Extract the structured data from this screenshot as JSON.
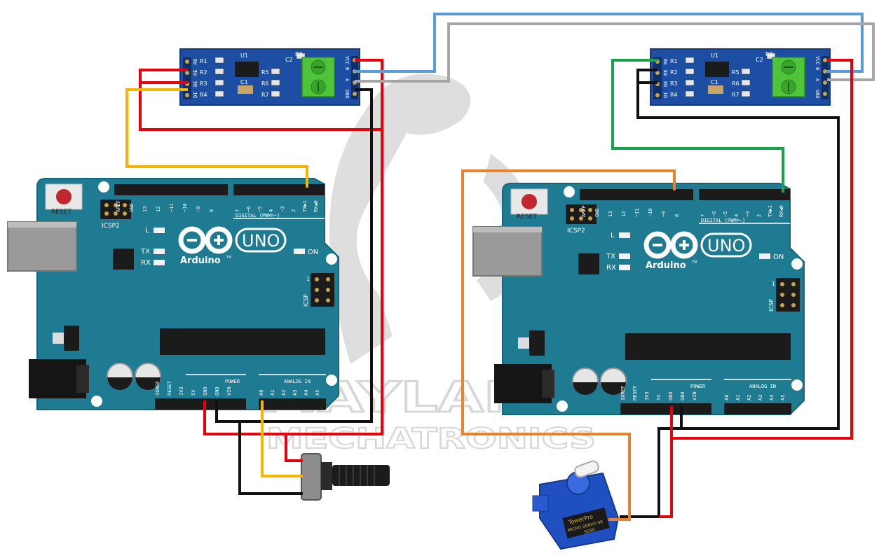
{
  "watermark": {
    "brand_line1": "MAYLAND",
    "brand_line2": "MECHATRONICS"
  },
  "rs485_module": {
    "chip_label": "U1",
    "resistor_labels": [
      "R1",
      "R2",
      "R3",
      "R4",
      "R5",
      "R6",
      "R7",
      "R8"
    ],
    "cap_labels": [
      "C1",
      "C2"
    ],
    "left_pins": [
      "RO",
      "RE",
      "DE",
      "DI"
    ],
    "right_pins": [
      "VCC",
      "B",
      "A",
      "GND"
    ]
  },
  "arduino": {
    "board_name": "UNO",
    "brand": "Arduino",
    "trademark": "TM",
    "reset_label": "RESET",
    "icsp2_label": "ICSP2",
    "icsp_label": "ICSP",
    "icsp_pin1": "1",
    "led_l": "L",
    "led_tx": "TX",
    "led_rx": "RX",
    "on_label": "ON",
    "digital_label": "DIGITAL (PWM=~)",
    "power_label": "POWER",
    "analog_label": "ANALOG IN",
    "digital_pins_left": [
      "AREF",
      "GND",
      "13",
      "12",
      "~11",
      "~10",
      "~9",
      "8"
    ],
    "digital_pins_right": [
      "7",
      "~6",
      "~5",
      "4",
      "~3",
      "2",
      "TX▶1",
      "RX◀0"
    ],
    "power_pins": [
      "IOREF",
      "RESET",
      "3V3",
      "5V",
      "GND",
      "GND",
      "VIN"
    ],
    "analog_pins": [
      "A0",
      "A1",
      "A2",
      "A3",
      "A4",
      "A5"
    ]
  },
  "servo": {
    "brand": "TowerPro",
    "model": "MICRO SERVO 99",
    "model_code": "SG90"
  },
  "wire_colors": {
    "red": "#e8000c",
    "black": "#111111",
    "yellow": "#f7b500",
    "blue": "#5b9bd5",
    "gray": "#a6a6a6",
    "green": "#1aa34a",
    "orange": "#e7822e"
  },
  "colors": {
    "board": "#1e7b92",
    "board_edge": "#16667a",
    "rs485_board": "#1c4fa3",
    "terminal": "#4dc43a",
    "header": "#1b1b1b",
    "servo_blue": "#1f4fc1"
  }
}
